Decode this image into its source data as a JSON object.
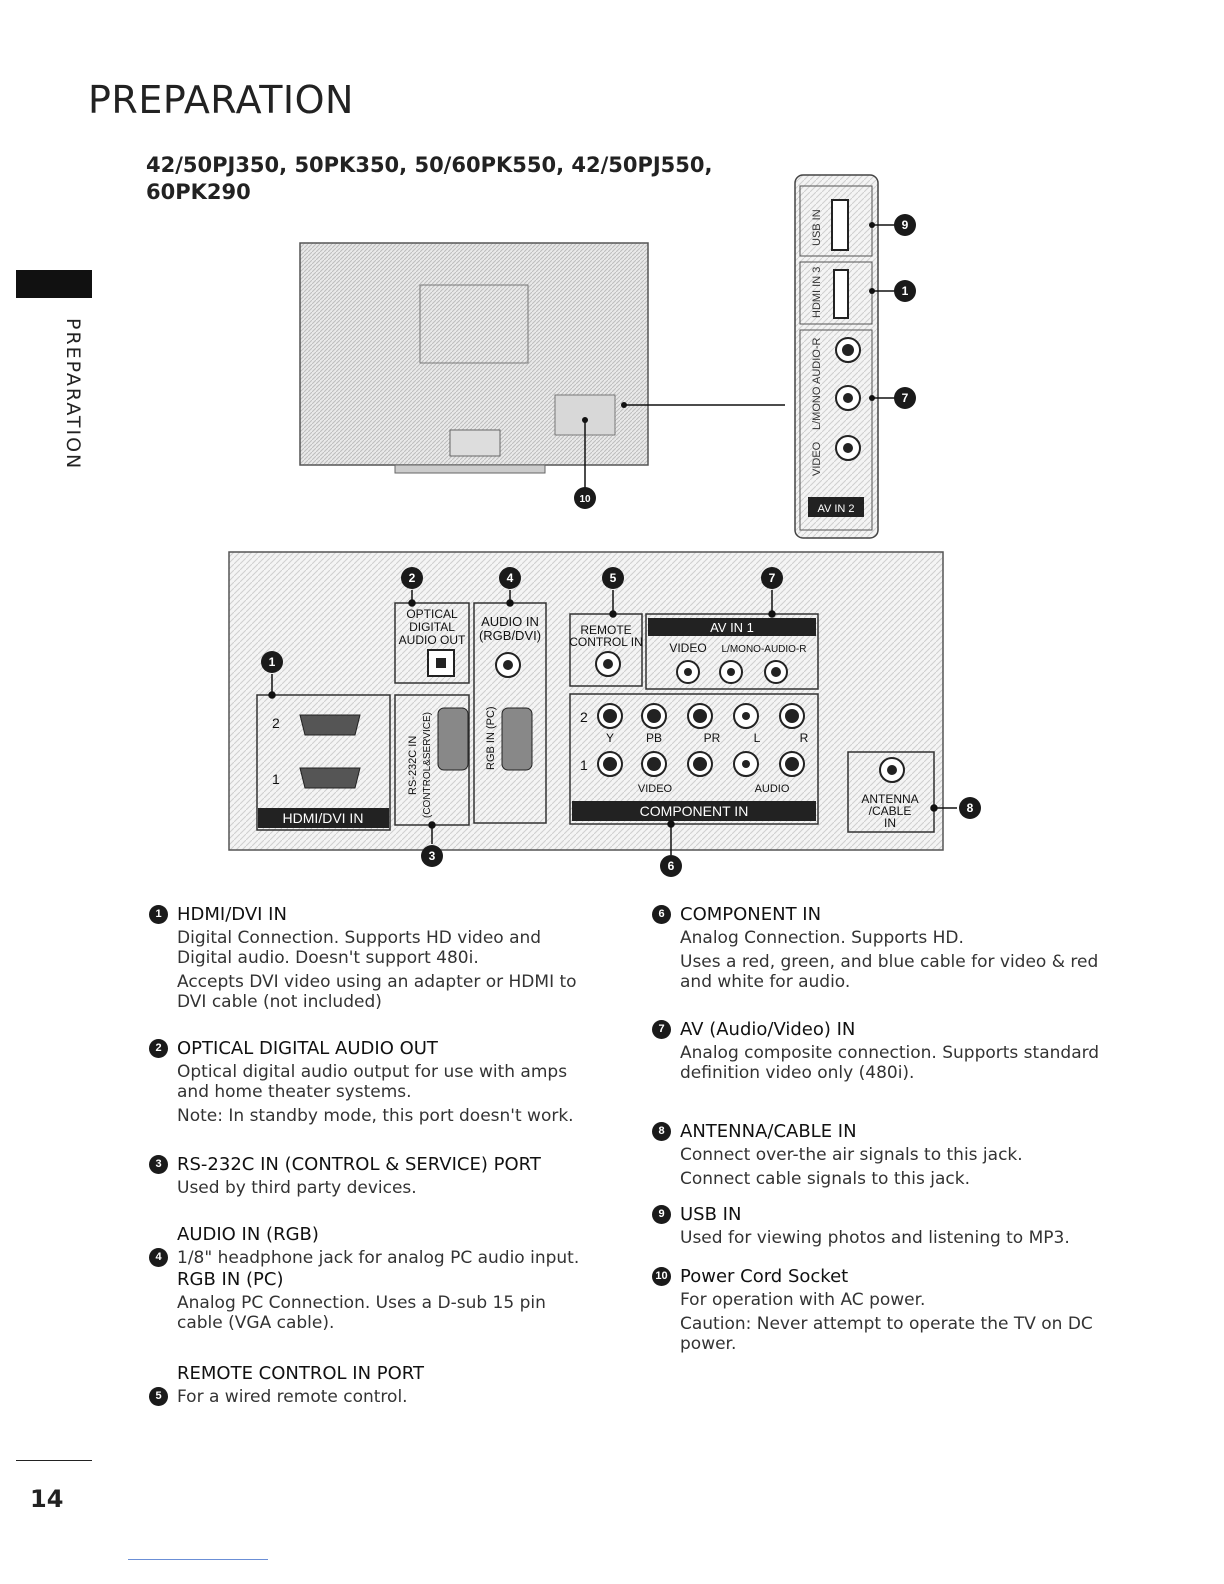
{
  "page": {
    "title": "PREPARATION",
    "side_label": "PREPARATION",
    "models": "42/50PJ350, 50PK350, 50/60PK550, 42/50PJ550, 60PK290",
    "page_number": "14"
  },
  "diagram": {
    "callouts": [
      "1",
      "2",
      "3",
      "4",
      "5",
      "6",
      "7",
      "8",
      "9",
      "10"
    ],
    "side_panel": {
      "usb": "USB IN",
      "hdmi3": "HDMI IN 3",
      "audio_r": "AUDIO-R",
      "l_mono": "L/MONO",
      "video": "VIDEO",
      "av_in2": "AV IN 2"
    },
    "rear_panel": {
      "optical_1": "OPTICAL",
      "optical_2": "DIGITAL",
      "optical_3": "AUDIO OUT",
      "audio_in_1": "AUDIO IN",
      "audio_in_2": "(RGB/DVI)",
      "remote_1": "REMOTE",
      "remote_2": "CONTROL IN",
      "av_in1": "AV IN 1",
      "av_video": "VIDEO",
      "av_audio": "L/MONO-AUDIO-R",
      "hdmi_2": "2",
      "hdmi_1": "1",
      "hdmi_dvi_in": "HDMI/DVI IN",
      "rs232_1": "RS-232C IN",
      "rs232_2": "(CONTROL&SERVICE)",
      "rgb_in": "RGB IN (PC)",
      "comp_row2": "2",
      "comp_row1": "1",
      "comp_y": "Y",
      "comp_pb": "PB",
      "comp_pr": "PR",
      "comp_l": "L",
      "comp_r": "R",
      "comp_video": "VIDEO",
      "comp_audio": "AUDIO",
      "component_in": "COMPONENT IN",
      "antenna_1": "ANTENNA",
      "antenna_2": "/CABLE",
      "antenna_3": "IN"
    }
  },
  "items": [
    {
      "num": "1",
      "title": "HDMI/DVI IN",
      "body": [
        "Digital Connection. Supports HD video and Digital audio. Doesn't support 480i.",
        "Accepts DVI video using an adapter or HDMI to DVI cable (not included)"
      ]
    },
    {
      "num": "2",
      "title": "OPTICAL DIGITAL AUDIO OUT",
      "body": [
        "Optical digital audio output for use with amps and home theater systems.",
        "Note: In standby mode, this port doesn't work."
      ]
    },
    {
      "num": "3",
      "title": "RS-232C IN (CONTROL & SERVICE) PORT",
      "body": [
        "Used by third party devices."
      ]
    },
    {
      "num": "4",
      "title": "AUDIO IN (RGB)",
      "body": [
        "1/8\" headphone jack for analog PC audio input."
      ],
      "title2": "RGB IN (PC)",
      "body2": [
        "Analog PC Connection. Uses a D-sub 15 pin cable (VGA cable)."
      ]
    },
    {
      "num": "5",
      "title": "REMOTE CONTROL IN PORT",
      "body": [
        "For a wired remote control."
      ]
    },
    {
      "num": "6",
      "title": "COMPONENT IN",
      "body": [
        "Analog Connection. Supports HD.",
        "Uses a red, green, and blue cable for video & red and white for audio."
      ]
    },
    {
      "num": "7",
      "title": "AV (Audio/Video) IN",
      "body": [
        "Analog composite connection. Supports standard definition video only (480i)."
      ]
    },
    {
      "num": "8",
      "title": "ANTENNA/CABLE IN",
      "body": [
        "Connect over-the air signals to this jack.",
        "Connect cable signals to this jack."
      ]
    },
    {
      "num": "9",
      "title": "USB IN",
      "body": [
        "Used for viewing photos and listening to MP3."
      ]
    },
    {
      "num": "10",
      "title": "Power Cord Socket",
      "body": [
        "For operation with AC power.",
        "Caution: Never attempt to operate the TV on DC power."
      ]
    }
  ]
}
